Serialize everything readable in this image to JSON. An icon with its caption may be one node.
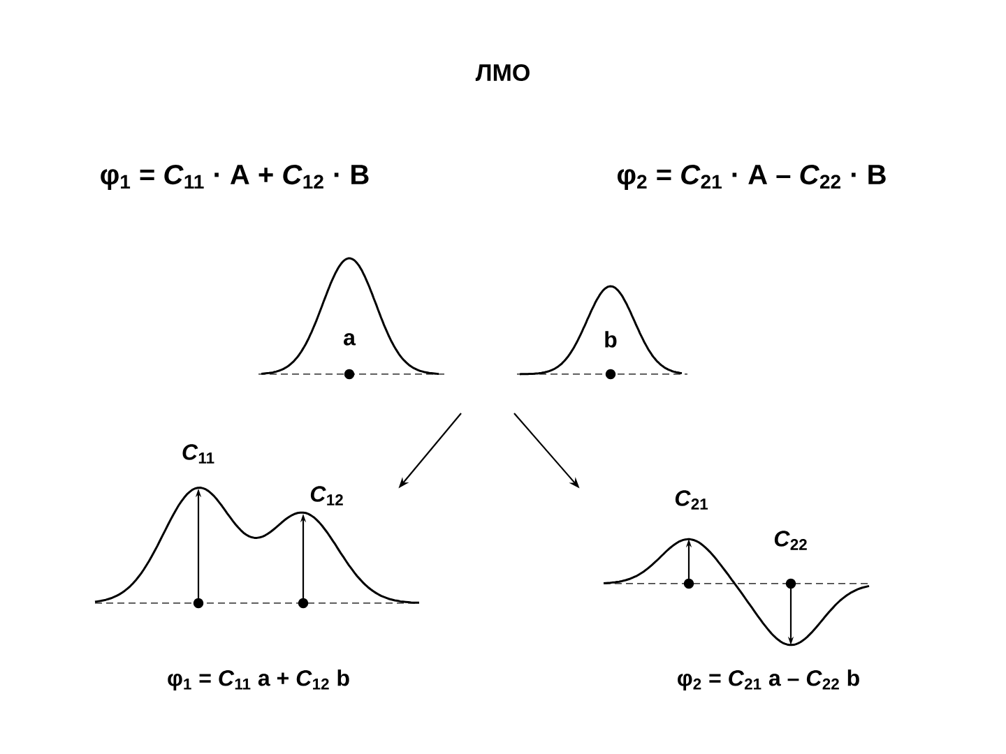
{
  "diagram": {
    "title": "ЛМО",
    "nodes": [
      {
        "text": [
          "a"
        ]
      },
      {
        "text": [
          "b"
        ]
      },
      {
        "text": [
          "*C*$_{11}$",
          "*C*$_{12}$"
        ],
        "beside": [
          "φ$_{1}$ = *C*$_{11}$ a + *C*$_{12}$ b"
        ]
      },
      {
        "text": [
          "*C*$_{21}$",
          "*C*$_{22}$"
        ],
        "beside": [
          "φ$_{2}$ = *C*$_{21}$ a – *C*$_{22}$ b"
        ]
      }
    ],
    "edges": [
      {
        "from": null,
        "to": 2,
        "arrow": "to"
      },
      {
        "from": null,
        "to": 3,
        "arrow": "to"
      }
    ],
    "labels": [
      "φ$_{1}$ = *C*$_{11}$ · A + *C*$_{12}$ · B",
      "φ$_{2}$ = *C*$_{21}$ · A – *C*$_{22}$ · B"
    ]
  }
}
